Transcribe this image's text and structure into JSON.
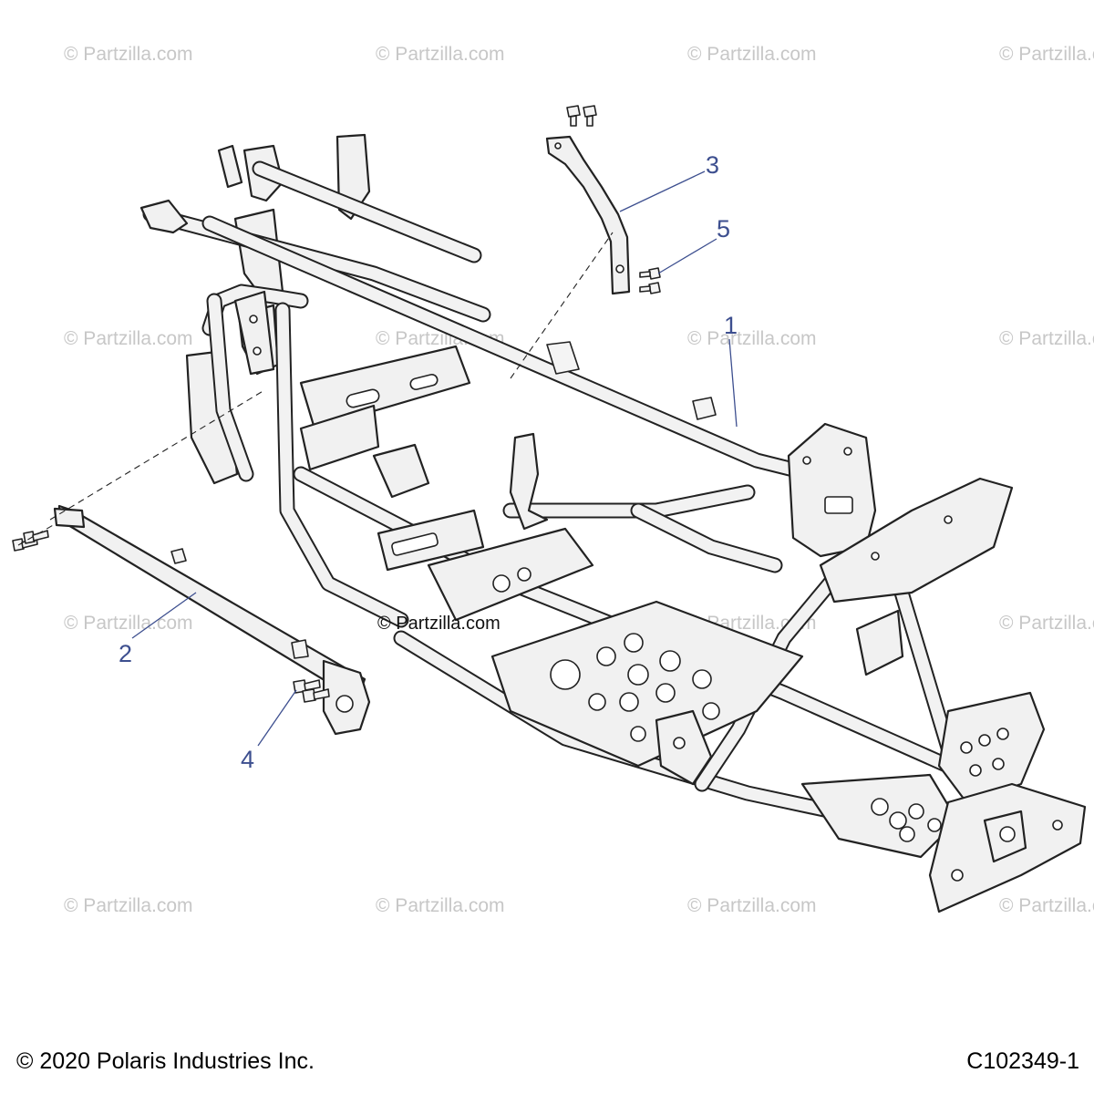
{
  "watermark_text": "© Partzilla.com",
  "center_watermark_text": "© Partzilla.com",
  "callouts": [
    "1",
    "2",
    "3",
    "4",
    "5"
  ],
  "footer": {
    "copyright": "© 2020 Polaris Industries Inc.",
    "drawing_number": "C102349-1"
  },
  "colors": {
    "callout": "#3d4f8f",
    "watermark": "#c7c7c7",
    "line": "#222222"
  }
}
